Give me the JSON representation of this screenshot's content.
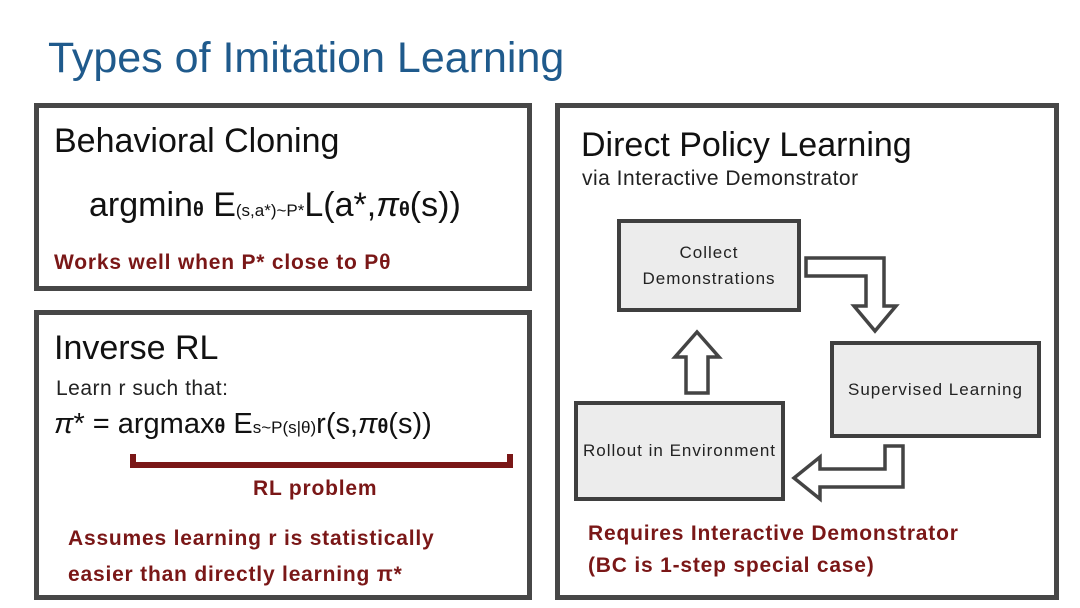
{
  "title": "Types of Imitation Learning",
  "behavioral_cloning": {
    "heading": "Behavioral Cloning",
    "eq_main": "argmin",
    "eq_theta": "θ",
    "eq_E": " E",
    "eq_sub": "(s,a*)~P*",
    "eq_rest": "L(a*,",
    "eq_pi": "π",
    "eq_theta2": "θ",
    "eq_end": "(s))",
    "note": "Works well when P* close to Pθ"
  },
  "inverse_rl": {
    "heading": "Inverse RL",
    "line1": "Learn r such that:",
    "eq_pi": "π",
    "eq_a": "* = argmax",
    "eq_theta": "θ",
    "eq_E": " E",
    "eq_sub": "s~P(s|θ)",
    "eq_r": "r(s,",
    "eq_pi2": "π",
    "eq_theta2": "θ",
    "eq_end": "(s))",
    "brace_label": "RL problem",
    "note_line1": "Assumes learning r is statistically",
    "note_line2": "easier than directly learning π*"
  },
  "direct_policy": {
    "heading": "Direct Policy Learning",
    "subheading": "via Interactive Demonstrator",
    "nodes": {
      "collect": "Collect Demonstrations",
      "supervised": "Supervised Learning",
      "rollout": "Rollout in Environment"
    },
    "note_line1": "Requires Interactive Demonstrator",
    "note_line2": "(BC is 1-step special case)"
  },
  "colors": {
    "title": "#1f5a8c",
    "note": "#7a1717",
    "border": "#474747",
    "node_fill": "#ececec"
  }
}
